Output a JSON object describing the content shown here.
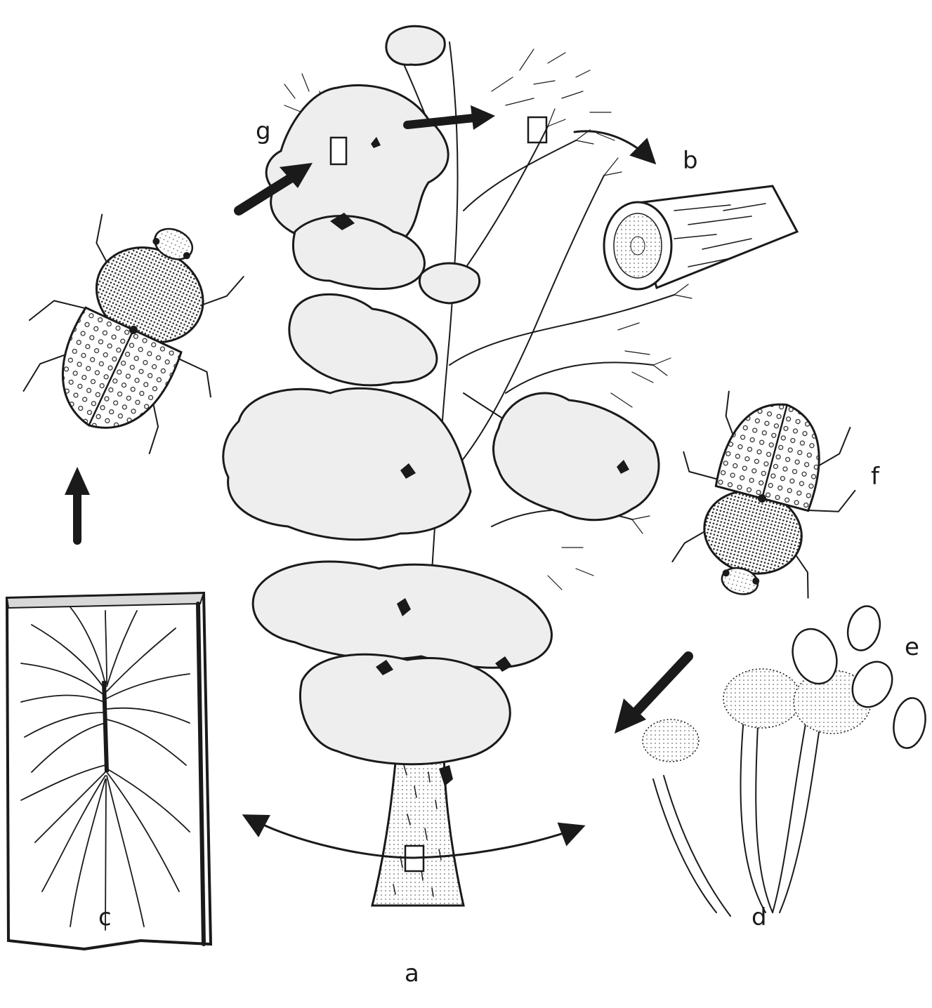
{
  "figure": {
    "panels": [
      {
        "key": "a",
        "label": "a",
        "depicts": "tree"
      },
      {
        "key": "b",
        "label": "b",
        "depicts": "branch-segment"
      },
      {
        "key": "c",
        "label": "c",
        "depicts": "bark-gallery"
      },
      {
        "key": "d",
        "label": "d",
        "depicts": "fungus-stalks"
      },
      {
        "key": "e",
        "label": "e",
        "depicts": "spores"
      },
      {
        "key": "f",
        "label": "f",
        "depicts": "beetle"
      },
      {
        "key": "g",
        "label": "g",
        "depicts": "crown-feeding-site"
      }
    ],
    "colors": {
      "ink": "#1a1a1a",
      "foliage": "#eeeeee",
      "paper": "#ffffff"
    }
  }
}
